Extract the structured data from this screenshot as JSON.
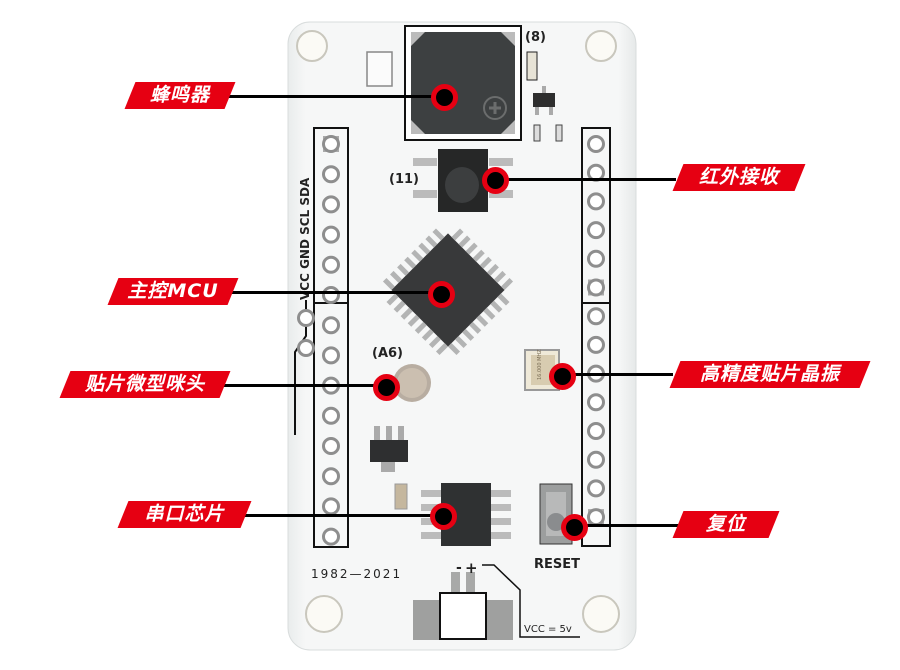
{
  "colors": {
    "accent": "#e60012",
    "board": "#f4f6f6",
    "chip": "#2f3132"
  },
  "callouts": {
    "buzzer": "蜂鸣器",
    "ir_receiver": "红外接收",
    "mcu": "主控MCU",
    "microphone": "贴片微型咪头",
    "crystal": "高精度贴片晶振",
    "serial_chip": "串口芯片",
    "reset": "复位"
  },
  "silkscreen": {
    "pin_buzzer": "(8)",
    "pin_ir": "(11)",
    "pin_mic": "(A6)",
    "i2c_header": "VCC GND SCL SDA",
    "year": "1982—2021",
    "reset": "RESET",
    "vcc": "VCC = 5v",
    "minus": "-",
    "plus": "+",
    "crystal_freq": "16.000 MHZ"
  }
}
